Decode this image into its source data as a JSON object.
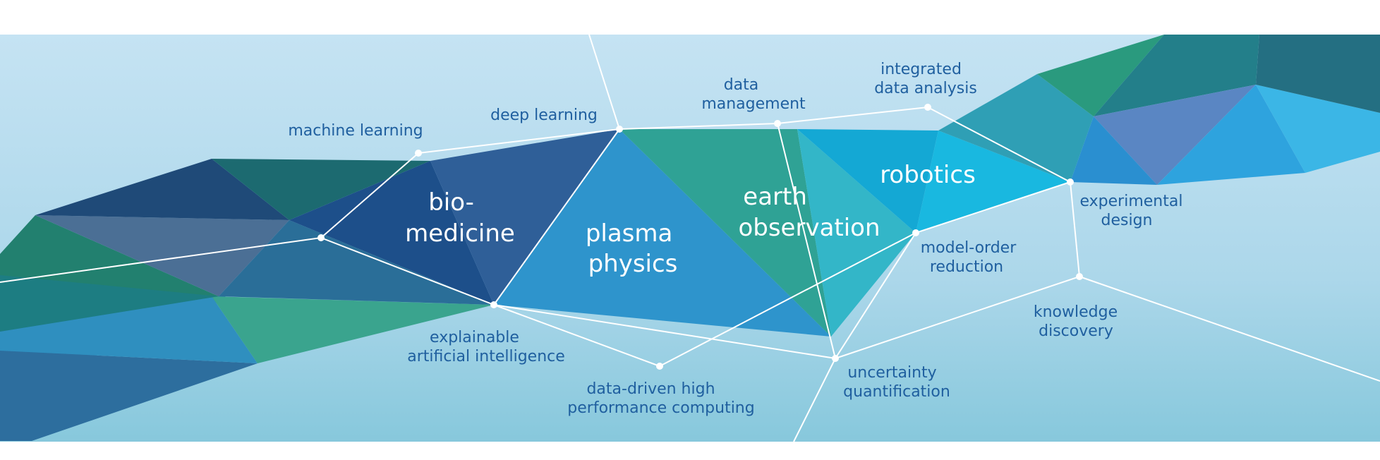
{
  "domains": [
    {
      "id": "bio",
      "lines": [
        "bio-",
        "medicine"
      ]
    },
    {
      "id": "plasma",
      "lines": [
        "plasma",
        "physics"
      ]
    },
    {
      "id": "earth",
      "lines": [
        "earth",
        "observation"
      ]
    },
    {
      "id": "robotics",
      "lines": [
        "robotics"
      ]
    }
  ],
  "methods": [
    {
      "id": "ml",
      "lines": [
        "machine learning"
      ]
    },
    {
      "id": "dl",
      "lines": [
        "deep learning"
      ]
    },
    {
      "id": "dm",
      "lines": [
        "data",
        "management"
      ]
    },
    {
      "id": "ida",
      "lines": [
        "integrated",
        "data analysis"
      ]
    },
    {
      "id": "ed",
      "lines": [
        "experimental",
        "design"
      ]
    },
    {
      "id": "mor",
      "lines": [
        "model-order",
        "reduction"
      ]
    },
    {
      "id": "kd",
      "lines": [
        "knowledge",
        "discovery"
      ]
    },
    {
      "id": "xai",
      "lines": [
        "explainable",
        "artificial intelligence"
      ]
    },
    {
      "id": "hpc",
      "lines": [
        "data-driven high",
        "performance computing"
      ]
    },
    {
      "id": "uq",
      "lines": [
        "uncertainty",
        "quantification"
      ]
    }
  ],
  "colors": {
    "background_top": "#c5e3f3",
    "background_bottom": "#87c8dc",
    "label_text": "#1f5f9f",
    "domain_text": "#ffffff",
    "network_lines": "#ffffff"
  }
}
